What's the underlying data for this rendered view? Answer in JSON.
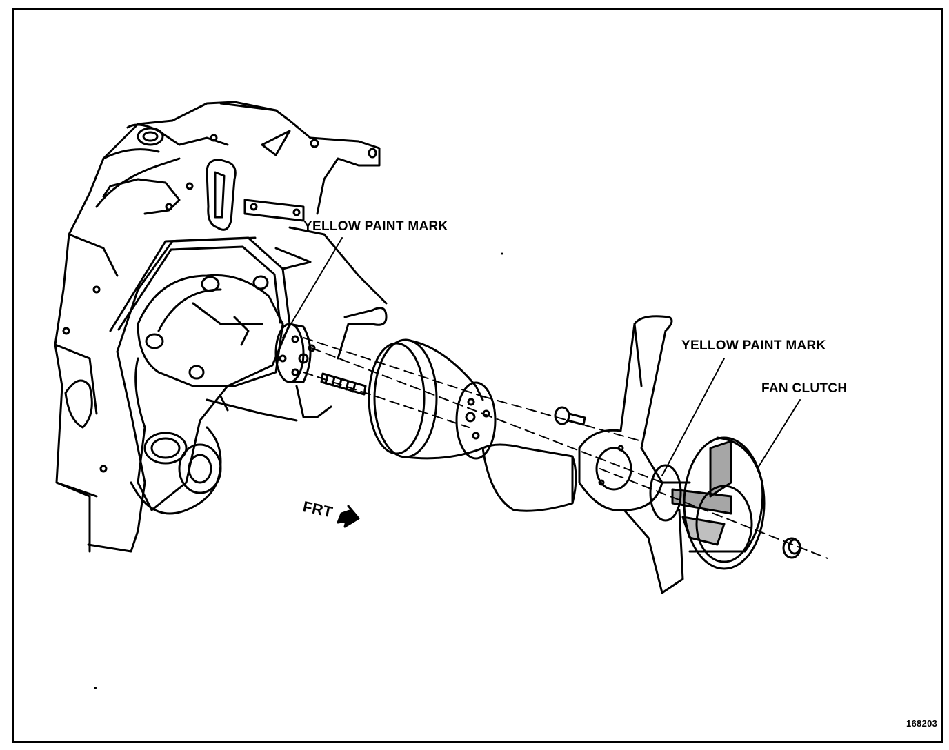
{
  "diagram": {
    "labels": {
      "yellow_paint_mark_upper": "YELLOW PAINT MARK",
      "yellow_paint_mark_right": "YELLOW PAINT MARK",
      "fan_clutch": "FAN CLUTCH",
      "front_direction": "FRT",
      "figure_id": "168203"
    }
  }
}
